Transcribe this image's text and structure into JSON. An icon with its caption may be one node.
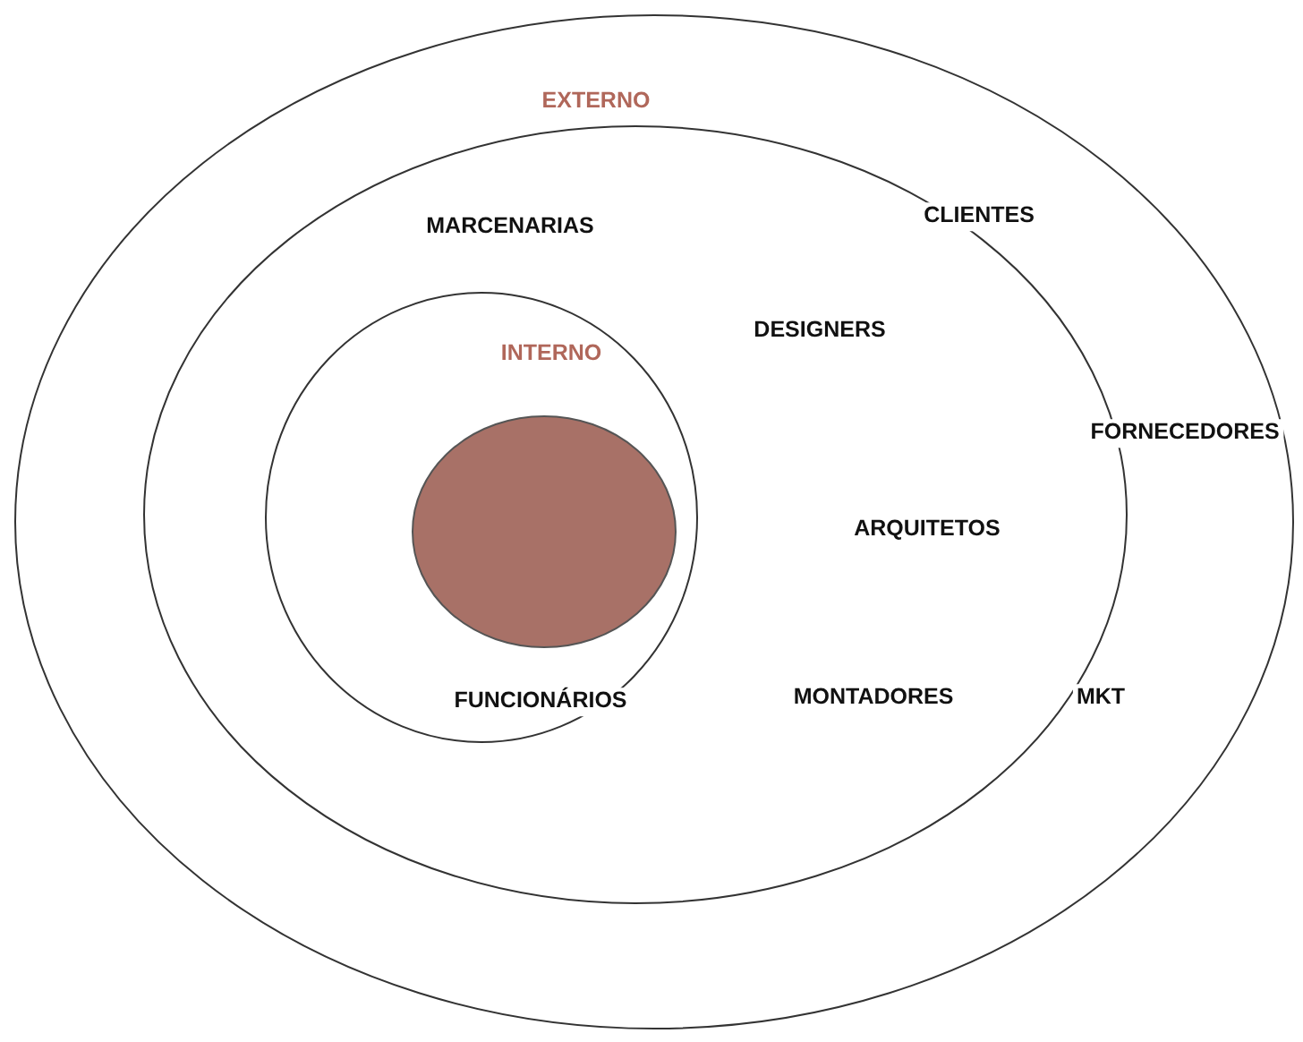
{
  "diagram": {
    "nodes": [
      {
        "text": [
          "EXTERNO",
          "CLIENTES",
          "FORNECEDORES",
          "MKT"
        ]
      },
      {
        "text": [
          "MARCENARIAS",
          "DESIGNERS",
          "ARQUITETOS",
          "MONTADORES"
        ],
        "in": 0
      },
      {
        "text": [
          "INTERNO",
          "FUNCIONÁRIOS"
        ],
        "in": 1
      },
      {
        "text": [],
        "shape": "circle",
        "in": 2
      }
    ],
    "edges": []
  }
}
